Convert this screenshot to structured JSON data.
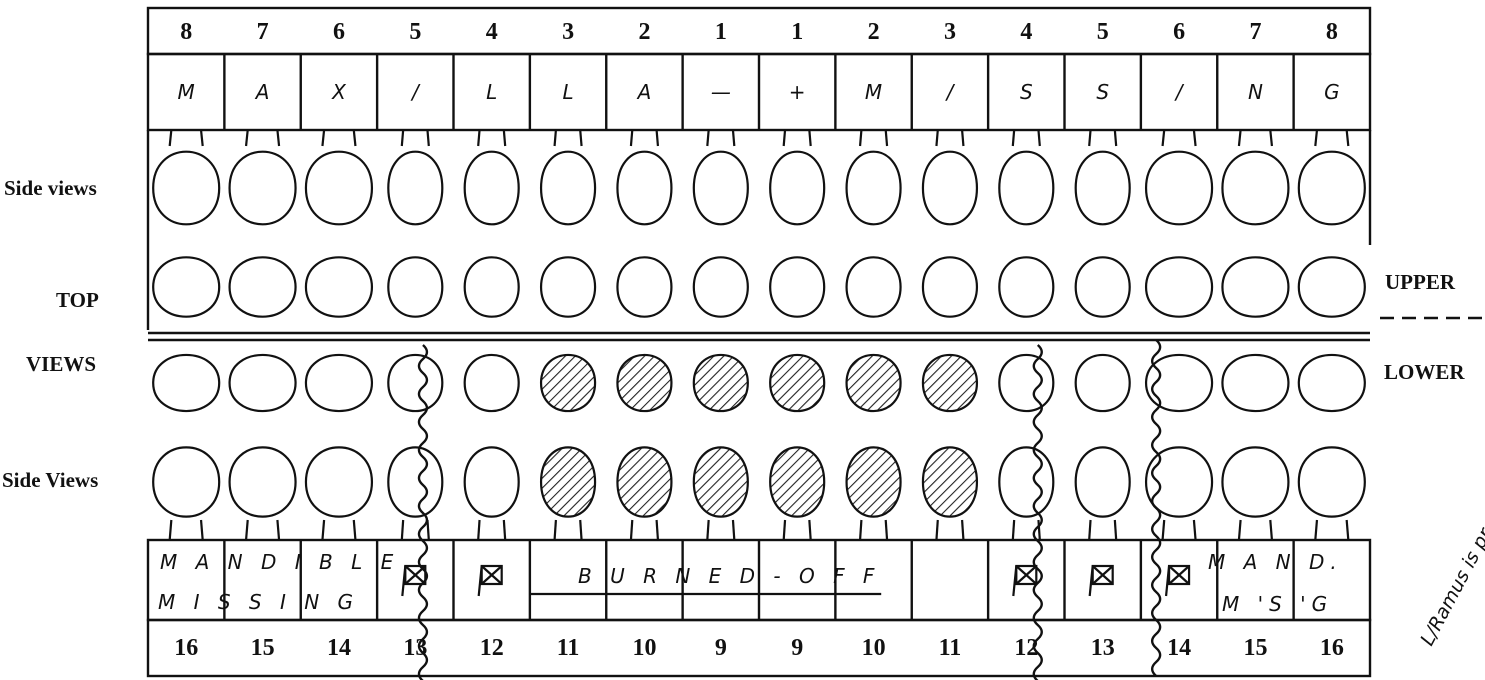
{
  "labels": {
    "side_views_upper": "Side views",
    "top": "TOP",
    "views": "VIEWS",
    "side_views_lower": "Side Views",
    "upper": "UPPER",
    "lower": "LOWER"
  },
  "upper_numbers": [
    "8",
    "7",
    "6",
    "5",
    "4",
    "3",
    "2",
    "1",
    "1",
    "2",
    "3",
    "4",
    "5",
    "6",
    "7",
    "8"
  ],
  "lower_numbers": [
    "16",
    "15",
    "14",
    "13",
    "12",
    "11",
    "10",
    "9",
    "9",
    "10",
    "11",
    "12",
    "13",
    "14",
    "15",
    "16"
  ],
  "upper_handwriting": [
    "M",
    "A",
    "X",
    "/",
    "L",
    "L",
    "A",
    "—",
    "+",
    "M",
    "/",
    "S",
    "S",
    "/",
    "N",
    "G"
  ],
  "lower_handwriting": {
    "mandible_line1": "M A N D I B L E",
    "mandible_line2": "M I S S I N G",
    "burned_off": "B U R N E D - O F F",
    "mand_line1": "M A N D.",
    "mand_line2": "M 'S 'G"
  },
  "side_note": "L/Ramus is present",
  "colors": {
    "ink": "#111111",
    "hatch": "#222222"
  },
  "hatched_teeth_lower": [
    5,
    6,
    7,
    8,
    9,
    10
  ],
  "crossed_box_teeth_lower": [
    3,
    4,
    11,
    12,
    13
  ]
}
